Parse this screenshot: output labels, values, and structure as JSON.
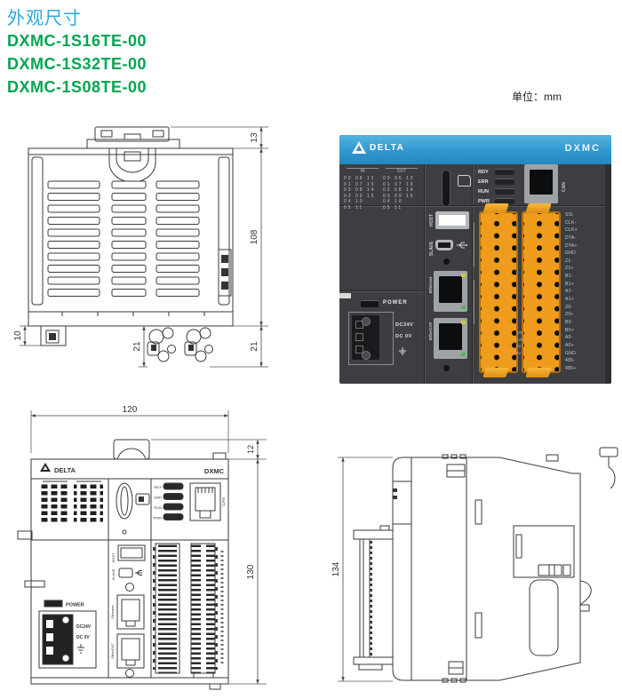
{
  "page": {
    "title": "外观尺寸",
    "models": [
      "DXMC-1S16TE-00",
      "DXMC-1S32TE-00",
      "DXMC-1S08TE-00"
    ],
    "unit_label": "单位：mm"
  },
  "colors": {
    "title_cyan": "#2da7df",
    "model_green": "#00a651",
    "banner_blue": "#2f97cf",
    "body_dark": "#3d3e42",
    "terminal_orange": "#ef9c1d"
  },
  "photo": {
    "brand": "DELTA",
    "product": "DXMC",
    "io_group_in": "IN",
    "io_group_out": "OUT",
    "io_rows": [
      "00 06 12",
      "01 07 13",
      "02 08 14",
      "03 09 15",
      "04 10",
      "05 11"
    ],
    "status_leds": [
      "RDY",
      "ERR",
      "RUN",
      "PWR"
    ],
    "can_label": "CAN",
    "host_label": "HOST",
    "slave_label": "SLAVE",
    "ethernet_label": "Ethernet",
    "ethercat_label": "EtherCAT",
    "power_label": "POWER",
    "power_terminals": [
      "DC24V",
      "DC 0V"
    ],
    "mid_labels": [
      "24V",
      "24V",
      "0V",
      "0V"
    ],
    "terminal_labels": [
      "SSI",
      "CLK-",
      "CLK+",
      "DTA-",
      "DTA+",
      "GND",
      "Z1-",
      "Z1+",
      "B1-",
      "B1+",
      "A1-",
      "A1+",
      "Z0-",
      "Z0+",
      "B0-",
      "B0+",
      "A0-",
      "A0+",
      "GND",
      "485-",
      "485+"
    ]
  },
  "drawings": {
    "rear": {
      "dim_clip": "13",
      "dim_body": "108",
      "dim_foot": "10",
      "dim_cable_mid": "21",
      "dim_cable_right": "21"
    },
    "front": {
      "dim_width": "120",
      "dim_clip": "12",
      "dim_body": "130",
      "brand": "DELTA",
      "product": "DXMC"
    },
    "side": {
      "dim_height": "134"
    }
  }
}
